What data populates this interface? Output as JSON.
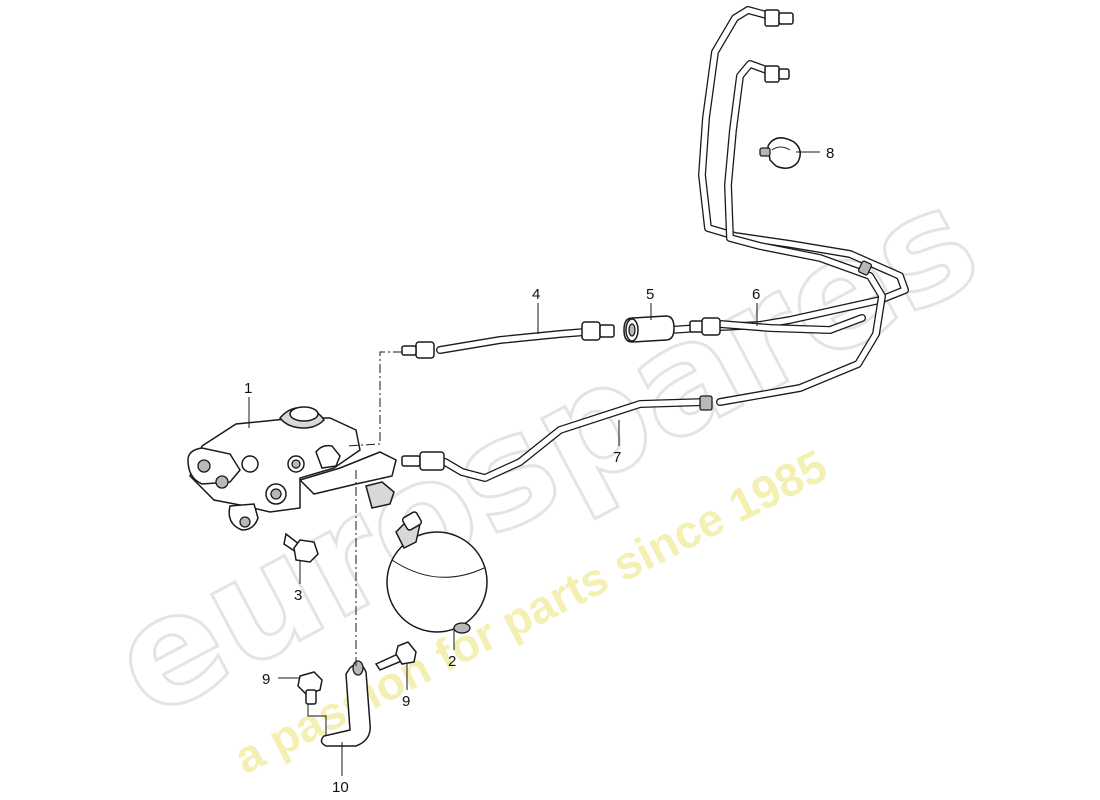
{
  "watermark": {
    "brand": "eurospares",
    "tagline": "a passion for parts since 1985"
  },
  "callouts": [
    {
      "id": "1",
      "label": "1"
    },
    {
      "id": "2",
      "label": "2"
    },
    {
      "id": "3",
      "label": "3"
    },
    {
      "id": "4",
      "label": "4"
    },
    {
      "id": "5",
      "label": "5"
    },
    {
      "id": "6",
      "label": "6"
    },
    {
      "id": "7",
      "label": "7"
    },
    {
      "id": "8",
      "label": "8"
    },
    {
      "id": "9a",
      "label": "9"
    },
    {
      "id": "9b",
      "label": "9"
    },
    {
      "id": "10",
      "label": "10"
    }
  ],
  "colors": {
    "line": "#1a1a1a",
    "watermark_grey": "#e9e9e9",
    "watermark_yellow": "#f3efb0",
    "background": "#ffffff"
  }
}
